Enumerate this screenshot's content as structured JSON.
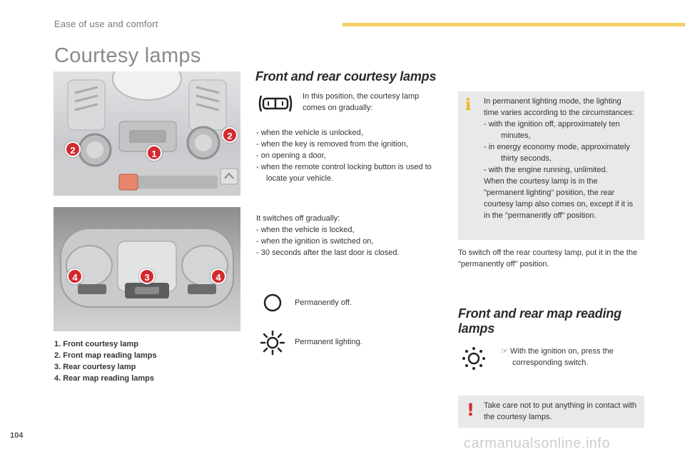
{
  "header": {
    "section": "Ease of use and comfort",
    "accent_color": "#f4ce62"
  },
  "page": {
    "title": "Courtesy lamps",
    "number": "104"
  },
  "figures": {
    "photo1_badges": [
      "1",
      "2",
      "2"
    ],
    "photo2_badges": [
      "3",
      "4",
      "4"
    ]
  },
  "legend": [
    "1. Front courtesy lamp",
    "2. Front map reading lamps",
    "3. Rear courtesy lamp",
    "4. Rear map reading lamps"
  ],
  "front_rear_courtesy": {
    "title": "Front and rear courtesy lamps",
    "door_position_text": "In this position, the courtesy lamp comes on gradually:",
    "on_list": [
      "- when the vehicle is unlocked,",
      "- when the key is removed from the ignition,",
      "- on opening a door,",
      "- when the remote control locking button is used to locate your vehicle."
    ],
    "off_intro": "It switches off gradually:",
    "off_list": [
      "- when the vehicle is locked,",
      "- when the ignition is switched on,",
      "- 30 seconds after the last door is closed."
    ],
    "permanently_off": "Permanently off.",
    "permanent_lighting": "Permanent lighting."
  },
  "info_box": {
    "icon": "info-icon",
    "intro": "In permanent lighting mode, the lighting time varies according to the circumstances:",
    "items": [
      "- with the ignition off, approximately ten minutes,",
      "- in energy economy mode, approximately thirty seconds,",
      "- with the engine running, unlimited."
    ],
    "closing": "When the courtesy lamp is in the \"permanent lighting\" position, the rear courtesy lamp also comes on, except if it is in the \"permanently off\" position."
  },
  "rear_switch_text": "To switch off the rear courtesy lamp, put it in the the \"permanently off\" position.",
  "map_reading": {
    "title": "Front and rear map reading lamps",
    "instruction": "☞ With the ignition on, press the corresponding switch."
  },
  "warning": {
    "icon": "warning-icon",
    "color": "#d32a2f",
    "text": "Take care not to put anything in contact with the courtesy lamps."
  },
  "watermark": "carmanualsonline.info"
}
